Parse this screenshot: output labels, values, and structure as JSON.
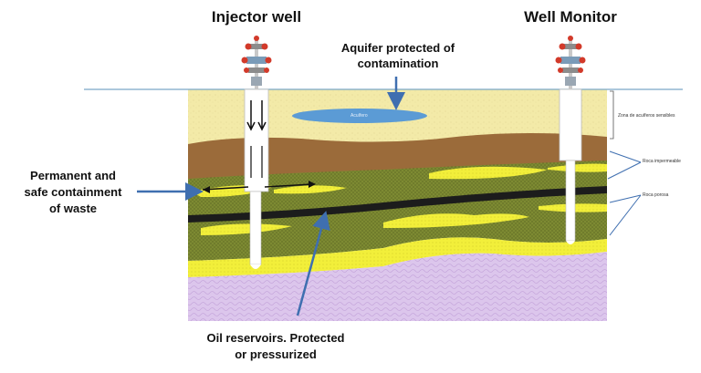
{
  "labels": {
    "injector_well": "Injector well",
    "well_monitor": "Well Monitor",
    "aquifer_note_line1": "Aquifer protected of",
    "aquifer_note_line2": "contamination",
    "containment_line1": "Permanent and",
    "containment_line2": "safe containment",
    "containment_line3": "of waste",
    "oil_line1": "Oil reservoirs. Protected",
    "oil_line2": "or pressurized",
    "acuifero": "Acuífero",
    "zona_acuiferos": "Zona de acuíferos sensibles",
    "roca_impermeable": "Roca impermeable",
    "roca_porosa": "Roca porosa"
  },
  "colors": {
    "aquifer_zone": "#f3eaa8",
    "aquifer_lens": "#5b9bd5",
    "impermeable_rock": "#9b6b3a",
    "porous_rock": "#7d8a32",
    "oil_band": "#1c1c1c",
    "yellow_lens": "#f2ef3a",
    "basement": "#dcc6ec",
    "surface_line": "#7aa6c8",
    "arrow_blue": "#3f6fb0"
  },
  "icons": [
    "wellhead-icon",
    "wellhead-icon"
  ]
}
